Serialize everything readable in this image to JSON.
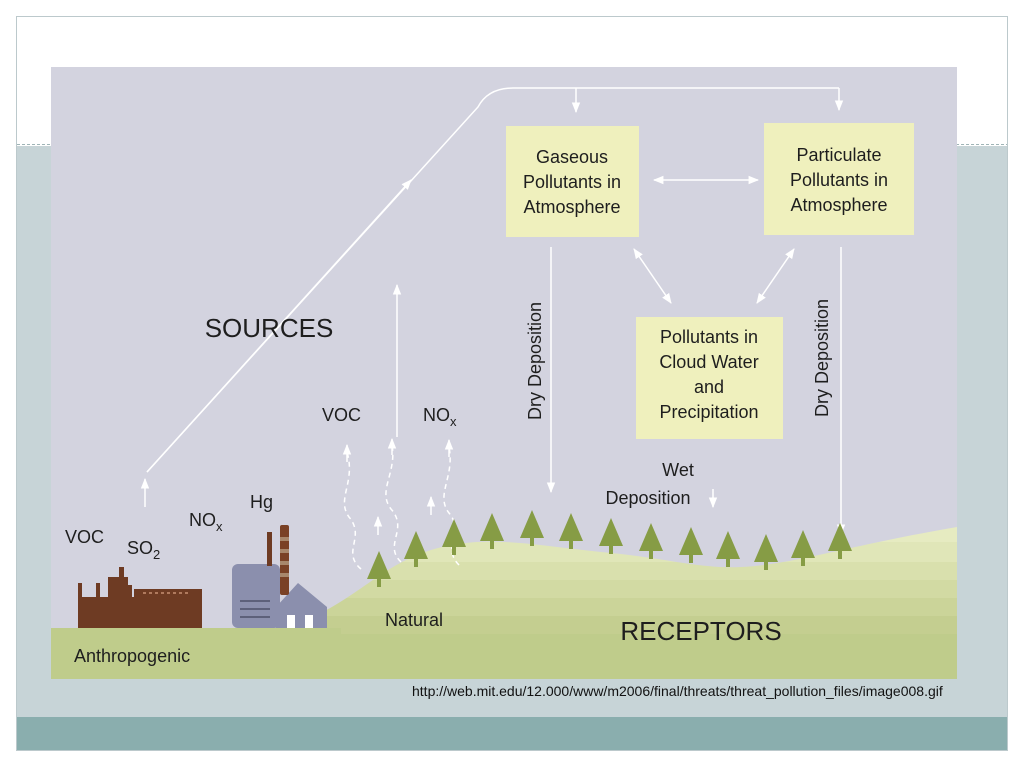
{
  "diagram": {
    "boxes": {
      "gaseous": [
        "Gaseous",
        "Pollutants in",
        "Atmosphere"
      ],
      "particulate": [
        "Particulate",
        "Pollutants in",
        "Atmosphere"
      ],
      "cloud": [
        "Pollutants in",
        "Cloud Water",
        "and",
        "Precipitation"
      ]
    },
    "sources_label": "SOURCES",
    "receptors_label": "RECEPTORS",
    "anthropogenic_label": "Anthropogenic",
    "natural_label": "Natural",
    "dry_deposition_label": "Dry Deposition",
    "wet_deposition": [
      "Wet",
      "Deposition"
    ],
    "pollutants": {
      "voc": "VOC",
      "so_base": "SO",
      "so_sub": "2",
      "no_base": "NO",
      "no_sub": "x",
      "hg": "Hg"
    },
    "colors": {
      "background": "#d3d3df",
      "box_fill": "#eff0bd",
      "tree": "#869c45",
      "factory": "#6e3b23",
      "power_plant": "#8b8fad",
      "ground": "#bfcc8b"
    }
  },
  "caption": "http://web.mit.edu/12.000/www/m2006/final/threats/threat_pollution_files/image008.gif"
}
